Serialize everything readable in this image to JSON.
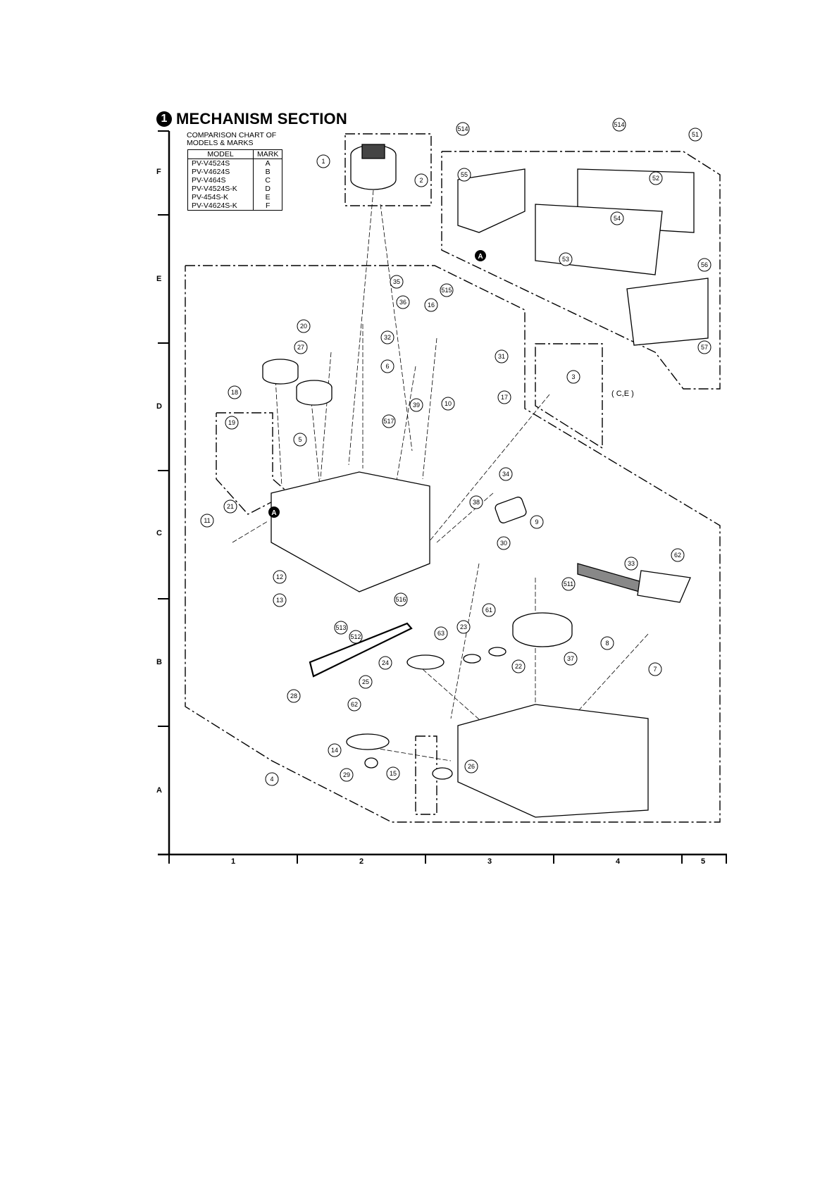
{
  "header": {
    "section_number": "1",
    "title": "MECHANISM SECTION"
  },
  "comparison_chart": {
    "title_line1": "COMPARISON CHART OF",
    "title_line2": "MODELS & MARKS",
    "headers": {
      "model": "MODEL",
      "mark": "MARK"
    },
    "rows": [
      {
        "model": "PV-V4524S",
        "mark": "A"
      },
      {
        "model": "PV-V4624S",
        "mark": "B"
      },
      {
        "model": "PV-V464S",
        "mark": "C"
      },
      {
        "model": "PV-V4524S-K",
        "mark": "D"
      },
      {
        "model": "PV-454S-K",
        "mark": "E"
      },
      {
        "model": "PV-V4624S-K",
        "mark": "F"
      }
    ]
  },
  "grid": {
    "row_labels": [
      "F",
      "E",
      "D",
      "C",
      "B",
      "A"
    ],
    "column_labels": [
      "1",
      "2",
      "3",
      "4",
      "5"
    ]
  },
  "reference_marker": "A",
  "model_note": "( C,E )",
  "part_callouts": [
    "1",
    "2",
    "3",
    "4",
    "5",
    "6",
    "7",
    "8",
    "9",
    "10",
    "11",
    "12",
    "13",
    "14",
    "15",
    "16",
    "17",
    "18",
    "19",
    "20",
    "21",
    "22",
    "23",
    "24",
    "25",
    "26",
    "27",
    "28",
    "29",
    "30",
    "31",
    "32",
    "33",
    "34",
    "35",
    "36",
    "37",
    "38",
    "39",
    "51",
    "52",
    "53",
    "54",
    "55",
    "56",
    "57",
    "61",
    "62",
    "62",
    "63",
    "511",
    "512",
    "513",
    "514",
    "514",
    "515",
    "516",
    "517"
  ],
  "colors": {
    "ink": "#000000",
    "paper": "#ffffff"
  }
}
